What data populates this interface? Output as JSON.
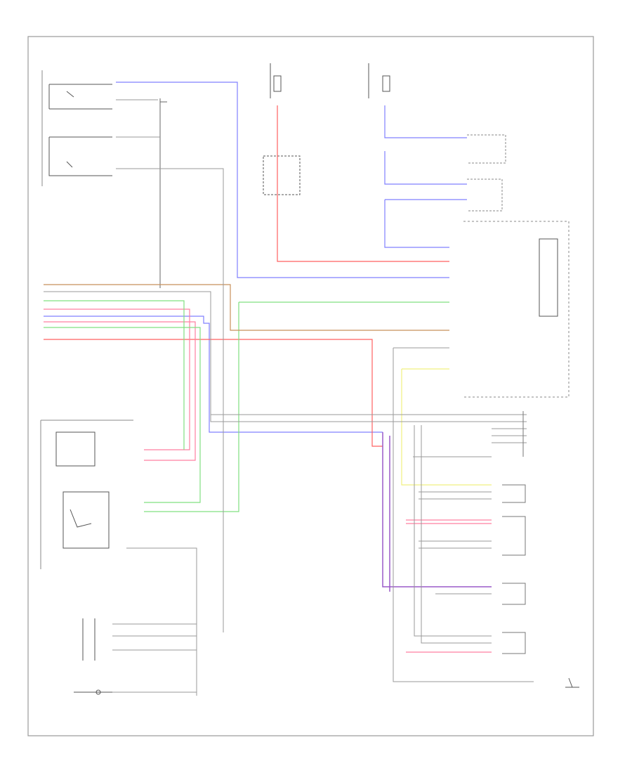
{
  "diagram": {
    "corner_code": "",
    "components": [
      {
        "id": "occupant-sensor",
        "label": ""
      },
      {
        "id": "buckle-switch-right",
        "label": ""
      },
      {
        "id": "right-buckle-switch-group",
        "label": ""
      },
      {
        "id": "srs-unit",
        "label": ""
      },
      {
        "id": "fuse-top-left",
        "label": ""
      },
      {
        "id": "fuse-top-right",
        "label": ""
      },
      {
        "id": "airbag-module",
        "label": ""
      },
      {
        "id": "seat-position-sensor",
        "label": ""
      },
      {
        "id": "buckle-switch-left",
        "label": ""
      },
      {
        "id": "left-buckle-switch-group",
        "label": ""
      },
      {
        "id": "front-connector",
        "label": ""
      },
      {
        "id": "left-pretensioner",
        "label": ""
      },
      {
        "id": "main-connector",
        "label": ""
      },
      {
        "id": "right-side-connectors",
        "label": ""
      },
      {
        "id": "ground",
        "label": ""
      }
    ],
    "wire_colors": {
      "blue": "#8080ff",
      "red": "#ff6060",
      "pink": "#ff7fa0",
      "green": "#80e080",
      "yellow": "#f0f080",
      "brown": "#c8905a",
      "violet": "#9a5ac8",
      "gray": "#9a9a9a"
    }
  }
}
